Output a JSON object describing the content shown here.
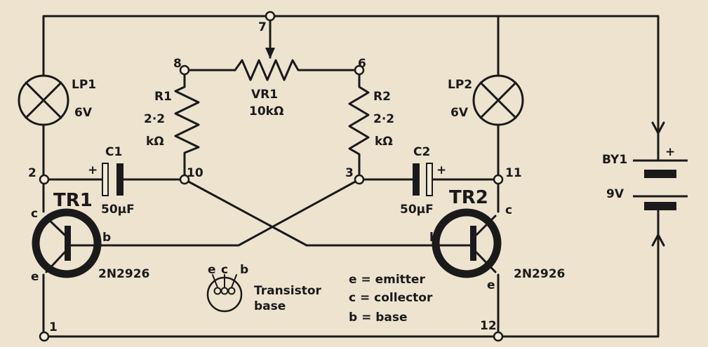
{
  "nodes": {
    "n1": "1",
    "n2": "2",
    "n3": "3",
    "n6": "6",
    "n7": "7",
    "n8": "8",
    "n10": "10",
    "n11": "11",
    "n12": "12"
  },
  "lp1": {
    "name": "LP1",
    "value": "6V"
  },
  "lp2": {
    "name": "LP2",
    "value": "6V"
  },
  "r1": {
    "name": "R1",
    "value": "2·2",
    "unit": "kΩ"
  },
  "r2": {
    "name": "R2",
    "value": "2·2",
    "unit": "kΩ"
  },
  "vr1": {
    "name": "VR1",
    "value": "10kΩ"
  },
  "c1": {
    "name": "C1",
    "value": "50µF",
    "polarity": "+"
  },
  "c2": {
    "name": "C2",
    "value": "50µF",
    "polarity": "+"
  },
  "tr1": {
    "name": "TR1",
    "type": "2N2926",
    "c": "c",
    "b": "b",
    "e": "e"
  },
  "tr2": {
    "name": "TR2",
    "type": "2N2926",
    "c": "c",
    "b": "b",
    "e": "e"
  },
  "battery": {
    "name": "BY1",
    "value": "9V",
    "polarity": "+"
  },
  "pinout": {
    "e": "e",
    "c": "c",
    "b": "b",
    "label1": "Transistor",
    "label2": "base"
  },
  "legend": [
    "e = emitter",
    "c = collector",
    "b = base"
  ]
}
